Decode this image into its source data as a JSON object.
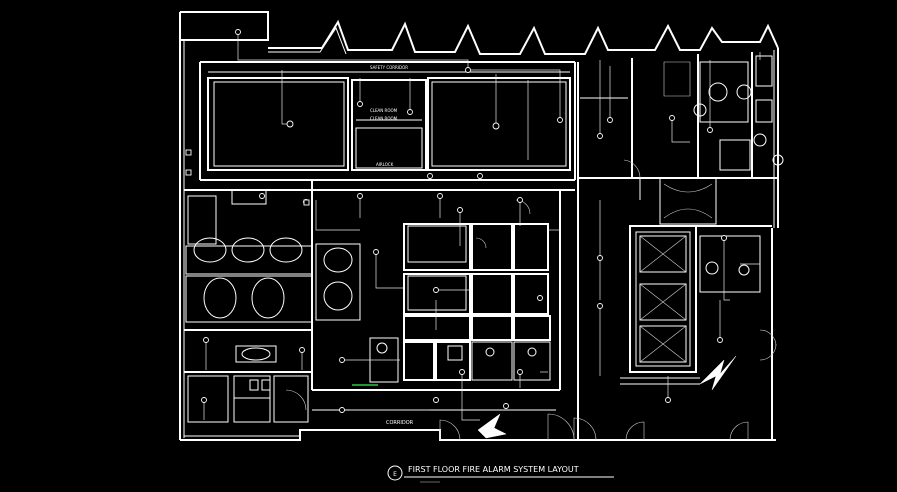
{
  "drawing": {
    "title": "FIRST FLOOR FIRE ALARM SYSTEM LAYOUT",
    "marker": "E"
  },
  "rooms": {
    "corridor_top": "SAFETY CORRIDOR",
    "clean_room_1": "CLEAN ROOM",
    "clean_room_2": "CLEAN ROOM",
    "airlock": "AIRLOCK",
    "corridor": "CORRIDOR"
  },
  "colors": {
    "background": "#000000",
    "lines": "#ffffff",
    "accent": "#2ecc40"
  }
}
